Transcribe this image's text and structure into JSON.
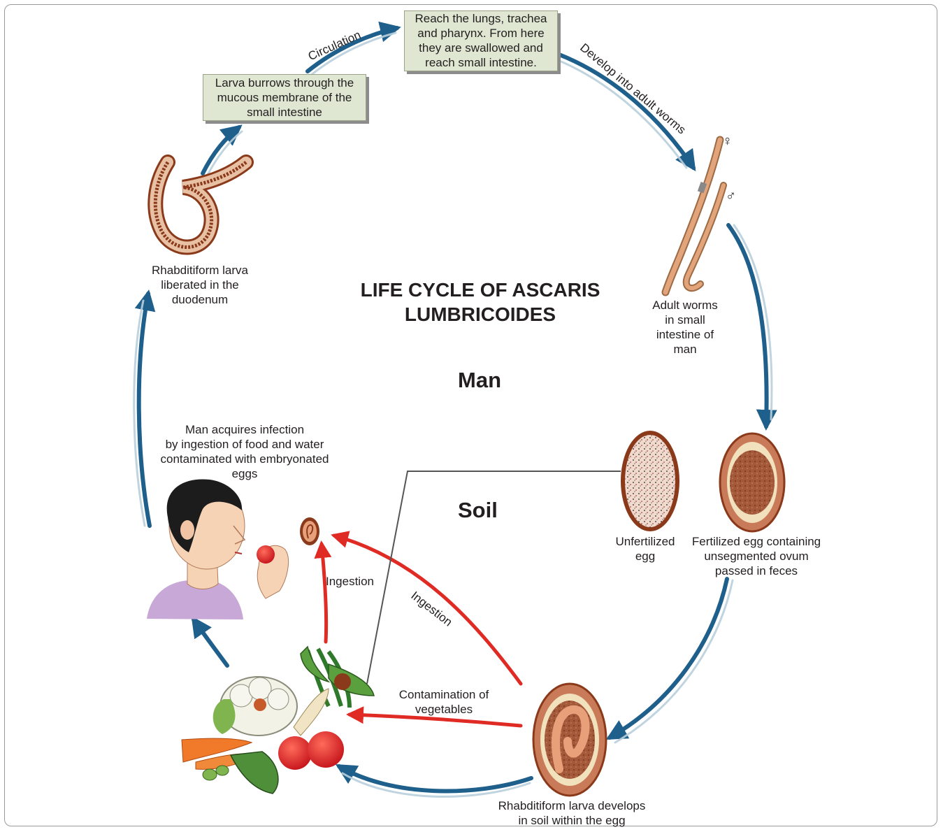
{
  "title": {
    "line1": "LIFE CYCLE OF ASCARIS",
    "line2": "LUMBRICOIDES"
  },
  "regions": {
    "man": "Man",
    "soil": "Soil"
  },
  "boxes": {
    "larva_burrows": [
      "Larva burrows through the",
      "mucous membrane of the",
      "small intestine"
    ],
    "reach_lungs": [
      "Reach the lungs, trachea",
      "and pharynx. From here",
      "they are swallowed and",
      "reach small intestine."
    ]
  },
  "labels": {
    "rhabditiform_duodenum": [
      "Rhabditiform larva",
      "liberated in the",
      "duodenum"
    ],
    "adult_worms": [
      "Adult worms",
      "in small",
      "intestine of",
      "man"
    ],
    "unfertilized_egg": [
      "Unfertilized",
      "egg"
    ],
    "fertilized_egg": [
      "Fertilized egg containing",
      "unsegmented ovum",
      "passed in feces"
    ],
    "larva_soil": [
      "Rhabditiform larva develops",
      "in soil within the egg"
    ],
    "man_acquires": [
      "Man acquires infection",
      "by ingestion of food and water",
      "contaminated with embryonated",
      "eggs"
    ],
    "ingestion_vertical": "Ingestion",
    "ingestion_diagonal": "Ingestion",
    "contamination": [
      "Contamination of",
      "vegetables"
    ]
  },
  "arrow_labels": {
    "circulation": "Circulation",
    "develop": "Develop into adult worms"
  },
  "symbols": {
    "female": "♀",
    "male": "♂"
  },
  "colors": {
    "blue_arrow": "#1f5f8b",
    "red_arrow": "#e02a24",
    "box_fill": "#dfe7d2",
    "worm": "#d99a6c",
    "larva_brown": "#8a3a1a"
  }
}
